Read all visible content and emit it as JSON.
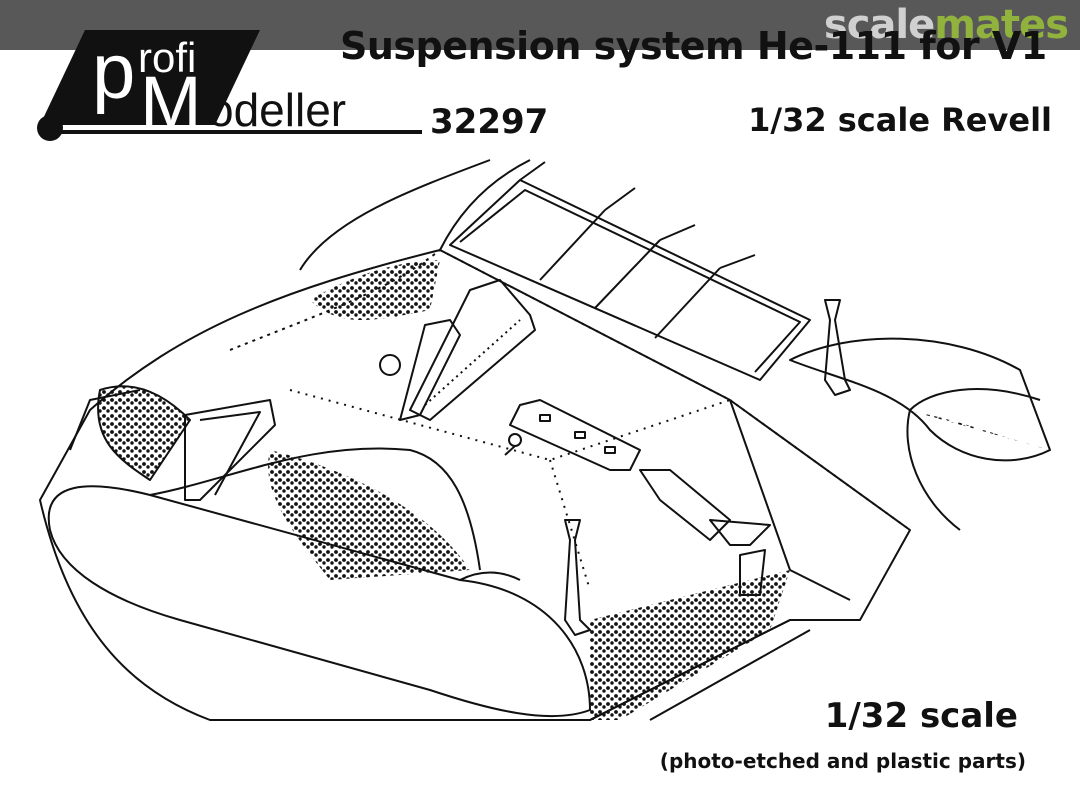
{
  "watermark": {
    "part1": "scale",
    "part2": "mates",
    "color_accent": "#9cc43a"
  },
  "header": {
    "title": "Suspension system He-111 for V1",
    "logo_top": "rofi",
    "logo_bottom": "odeller",
    "product_code": "32297",
    "scale_label": "1/32 scale Revell"
  },
  "footer": {
    "scale": "1/32 scale",
    "parts_note": "(photo-etched and plastic parts)"
  }
}
